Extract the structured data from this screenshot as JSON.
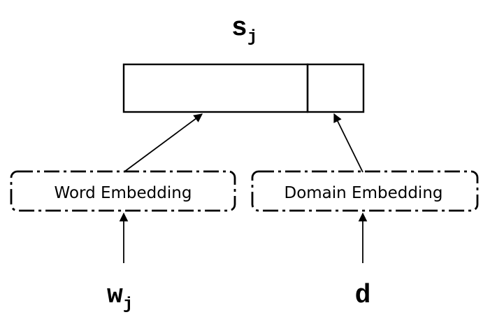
{
  "diagram": {
    "output": {
      "symbol": "s",
      "subscript": "j"
    },
    "boxes": {
      "word_embedding": {
        "label": "Word Embedding"
      },
      "domain_embedding": {
        "label": "Domain Embedding"
      }
    },
    "inputs": {
      "word": {
        "symbol": "w",
        "subscript": "j"
      },
      "domain": {
        "symbol": "d"
      }
    },
    "colors": {
      "stroke": "#000000",
      "background": "#ffffff"
    }
  }
}
